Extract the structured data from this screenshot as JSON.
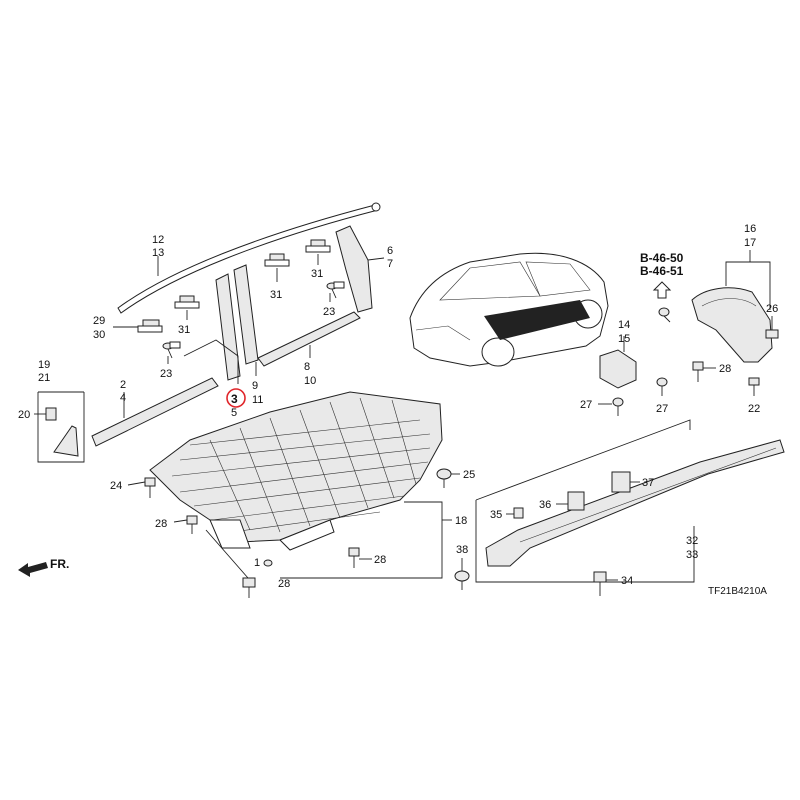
{
  "diagram": {
    "code": "TF21B4210A",
    "front_indicator": "FR.",
    "ref_codes": [
      "B-46-50",
      "B-46-51"
    ],
    "highlight_color": "#e0262b",
    "labels": {
      "l12": "12",
      "l13": "13",
      "l6": "6",
      "l7": "7",
      "l31a": "31",
      "l31b": "31",
      "l31c": "31",
      "l29": "29",
      "l30": "30",
      "l23a": "23",
      "l23b": "23",
      "l8": "8",
      "l10": "10",
      "l9": "9",
      "l11": "11",
      "l3": "3",
      "l5": "5",
      "l19": "19",
      "l21": "21",
      "l20": "20",
      "l2": "2",
      "l4": "4",
      "l24": "24",
      "l25": "25",
      "l28a": "28",
      "l28b": "28",
      "l28c": "28",
      "l28d": "28",
      "l1": "1",
      "l18": "18",
      "l14": "14",
      "l15": "15",
      "l16": "16",
      "l17": "17",
      "l26": "26",
      "l27a": "27",
      "l27b": "27",
      "l22": "22",
      "l35": "35",
      "l36": "36",
      "l37": "37",
      "l38": "38",
      "l32": "32",
      "l33": "33",
      "l34": "34"
    }
  }
}
